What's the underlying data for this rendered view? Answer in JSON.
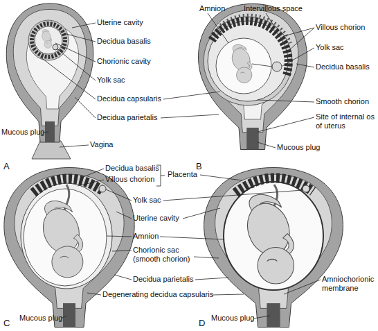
{
  "diagram": {
    "labels": [
      "Uterine cavity",
      "Decidua basalis",
      "Chorionic cavity",
      "Yolk sac",
      "Decidua capsularis",
      "Decidua parietalis",
      "Mucous plug",
      "Vagina",
      "A",
      "Amnion",
      "Intervillous space",
      "Villous chorion",
      "Yolk sac",
      "Decidua basalis",
      "Smooth chorion",
      "Site of internal os of uterus",
      "Mucous plug",
      "B",
      "Decidua basalis",
      "Villous chorion",
      "Placenta",
      "Yolk sac",
      "Uterine cavity",
      "Amnion",
      "Chorionic sac (smooth chorion)",
      "Decidua parietalis",
      "Degenerating decidua capsularis",
      "Mucous plug",
      "C",
      "Amniochorionic membrane",
      "Mucous plug",
      "D"
    ]
  }
}
